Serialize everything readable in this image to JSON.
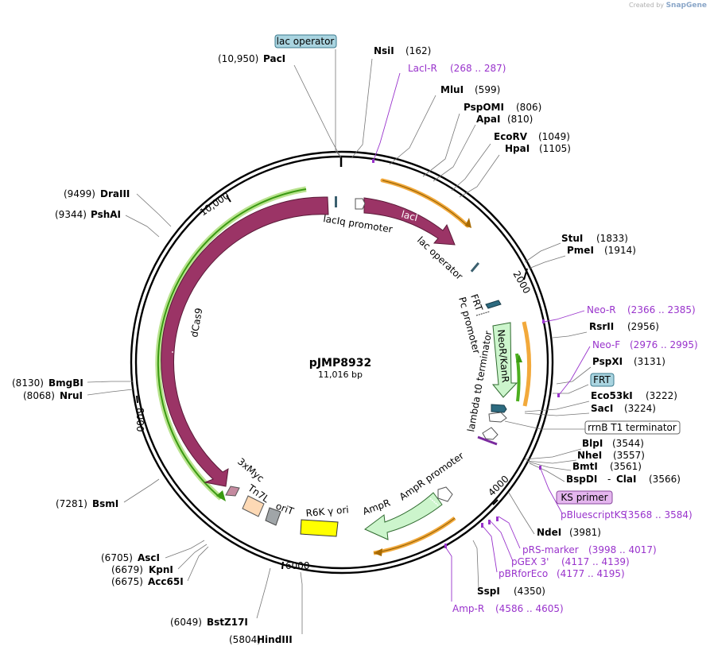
{
  "credit": {
    "prefix": "Created by",
    "brand": "SnapGene"
  },
  "plasmid": {
    "name": "pJMP8932",
    "size": "11,016 bp",
    "length": 11016
  },
  "ticks": [
    "2000",
    "4000",
    "6000",
    "8000",
    "10,000"
  ],
  "sites": [
    {
      "name": "NsiI",
      "pos": "(162)"
    },
    {
      "name": "MluI",
      "pos": "(599)"
    },
    {
      "name": "PspOMI",
      "pos": "(806)"
    },
    {
      "name": "ApaI",
      "pos": "(810)"
    },
    {
      "name": "EcoRV",
      "pos": "(1049)"
    },
    {
      "name": "HpaI",
      "pos": "(1105)"
    },
    {
      "name": "StuI",
      "pos": "(1833)"
    },
    {
      "name": "PmeI",
      "pos": "(1914)"
    },
    {
      "name": "RsrII",
      "pos": "(2956)"
    },
    {
      "name": "PspXI",
      "pos": "(3131)"
    },
    {
      "name": "Eco53kI",
      "pos": "(3222)"
    },
    {
      "name": "SacI",
      "pos": "(3224)"
    },
    {
      "name": "BlpI",
      "pos": "(3544)"
    },
    {
      "name": "NheI",
      "pos": "(3557)"
    },
    {
      "name": "BmtI",
      "pos": "(3561)"
    },
    {
      "name": "BspDI",
      "pos": "(3566)",
      "extra": "ClaI"
    },
    {
      "name": "NdeI",
      "pos": "(3981)"
    },
    {
      "name": "SspI",
      "pos": "(4350)"
    },
    {
      "name": "HindIII",
      "pos": "(5804)"
    },
    {
      "name": "BstZ17I",
      "pos": "(6049)"
    },
    {
      "name": "Acc65I",
      "pos": "(6675)"
    },
    {
      "name": "KpnI",
      "pos": "(6679)"
    },
    {
      "name": "AscI",
      "pos": "(6705)"
    },
    {
      "name": "BsmI",
      "pos": "(7281)"
    },
    {
      "name": "NruI",
      "pos": "(8068)"
    },
    {
      "name": "BmgBI",
      "pos": "(8130)"
    },
    {
      "name": "PshAI",
      "pos": "(9344)"
    },
    {
      "name": "DraIII",
      "pos": "(9499)"
    },
    {
      "name": "PacI",
      "pos": "(10,950)"
    }
  ],
  "primers": [
    {
      "name": "LacI-R",
      "pos": "(268 .. 287)"
    },
    {
      "name": "Neo-R",
      "pos": "(2366 .. 2385)"
    },
    {
      "name": "Neo-F",
      "pos": "(2976 .. 2995)"
    },
    {
      "name": "pBluescriptKS",
      "pos": "(3568 .. 3584)"
    },
    {
      "name": "pRS-marker",
      "pos": "(3998 .. 4017)"
    },
    {
      "name": "pGEX 3'",
      "pos": "(4117 .. 4139)"
    },
    {
      "name": "pBRforEco",
      "pos": "(4177 .. 4195)"
    },
    {
      "name": "Amp-R",
      "pos": "(4586 .. 4605)"
    }
  ],
  "boxed_labels": [
    "lac operator",
    "FRT",
    "rrnB T1 terminator",
    "KS primer"
  ],
  "features": {
    "lacI": "lacI",
    "lacIq_promoter": "lacIq promoter",
    "lac_operator": "lac operator",
    "frt": "FRT",
    "pc_promoter": "Pc promoter",
    "neo": "NeoR/KanR",
    "lambda_t0": "lambda t0 terminator",
    "ampr_promoter": "AmpR promoter",
    "ampr": "AmpR",
    "r6k": "R6K γ ori",
    "orit": "oriT",
    "tn7l": "Tn7L",
    "myc": "3xMyc",
    "dcas9": "dCas9"
  },
  "colors": {
    "cds_dark": "#9b3466",
    "neo_fill": "#ccf5cc",
    "ampr_fill": "#ccf5cc",
    "orange": "#f2a93b",
    "green": "#4caf1e",
    "primer": "#9933cc",
    "lac_box": "#a9d4e0",
    "ks_box": "#e4b6ee"
  }
}
